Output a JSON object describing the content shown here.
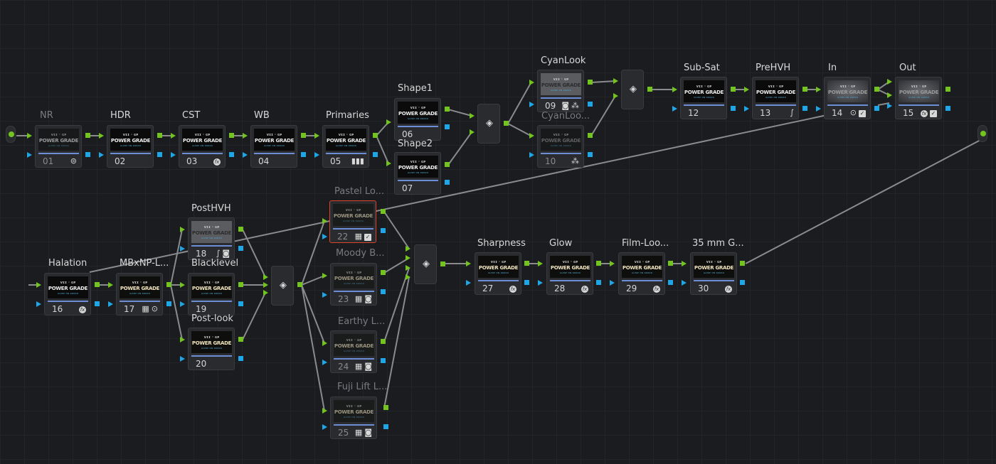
{
  "thumbnail": {
    "line1": "vɪɪ · ɢᴘ",
    "line2": "POWER GRADE",
    "line3": "ᴀʟᴇʀᴇ ᴅɴ ʀʀʀʀʀ"
  },
  "colors": {
    "green_pin": "#74c41f",
    "blue_pin": "#1ea6e6",
    "wire": "#8a8b8f",
    "node_bg": "#2a2b2f",
    "selected_border": "#d9442b"
  },
  "nodes": [
    {
      "id": "01",
      "label": "NR",
      "state": "disabled",
      "icons": [
        "compare-icon"
      ]
    },
    {
      "id": "02",
      "label": "HDR",
      "icons": []
    },
    {
      "id": "03",
      "label": "CST",
      "icons": [
        "fx-icon"
      ]
    },
    {
      "id": "04",
      "label": "WB",
      "icons": []
    },
    {
      "id": "05",
      "label": "Primaries",
      "icons": [
        "bars-icon"
      ]
    },
    {
      "id": "06",
      "label": "Shape1",
      "icons": []
    },
    {
      "id": "07",
      "label": "Shape2",
      "icons": []
    },
    {
      "id": "09",
      "label": "CyanLook",
      "icons": [
        "camera-icon",
        "sparkle-icon"
      ]
    },
    {
      "id": "10",
      "label": "CyanLoo...",
      "state": "disabled",
      "icons": [
        "sparkle-icon"
      ]
    },
    {
      "id": "12",
      "label": "Sub-Sat",
      "icons": []
    },
    {
      "id": "13",
      "label": "PreHVH",
      "icons": [
        "curve-icon"
      ]
    },
    {
      "id": "14",
      "label": "In",
      "icons": [
        "circle-icon",
        "check-icon"
      ]
    },
    {
      "id": "15",
      "label": "Out",
      "icons": [
        "fx-icon",
        "check-icon"
      ]
    },
    {
      "id": "16",
      "label": "Halation",
      "icons": [
        "fx-icon"
      ]
    },
    {
      "id": "17",
      "label": "MBxNP-L...",
      "icons": [
        "grid-icon",
        "circle-icon"
      ]
    },
    {
      "id": "18",
      "label": "PostHVH",
      "icons": [
        "curve-icon",
        "camera-icon"
      ]
    },
    {
      "id": "19",
      "label": "Blacklevel",
      "icons": []
    },
    {
      "id": "20",
      "label": "Post-look",
      "icons": []
    },
    {
      "id": "22",
      "label": "Pastel Lo...",
      "state": "selected-disabled",
      "icons": [
        "grid-icon",
        "check-icon"
      ]
    },
    {
      "id": "23",
      "label": "Moody B...",
      "state": "disabled",
      "icons": [
        "grid-icon",
        "camera-icon"
      ]
    },
    {
      "id": "24",
      "label": "Earthy L...",
      "state": "disabled",
      "icons": [
        "grid-icon",
        "camera-icon"
      ]
    },
    {
      "id": "25",
      "label": "Fuji Lift L...",
      "state": "disabled",
      "icons": [
        "grid-icon",
        "camera-icon"
      ]
    },
    {
      "id": "27",
      "label": "Sharpness",
      "icons": [
        "fx-icon"
      ]
    },
    {
      "id": "28",
      "label": "Glow",
      "icons": [
        "fx-icon"
      ]
    },
    {
      "id": "29",
      "label": "Film-Loo...",
      "icons": [
        "fx-icon"
      ]
    },
    {
      "id": "30",
      "label": "35 mm G...",
      "icons": [
        "fx-icon"
      ]
    }
  ]
}
